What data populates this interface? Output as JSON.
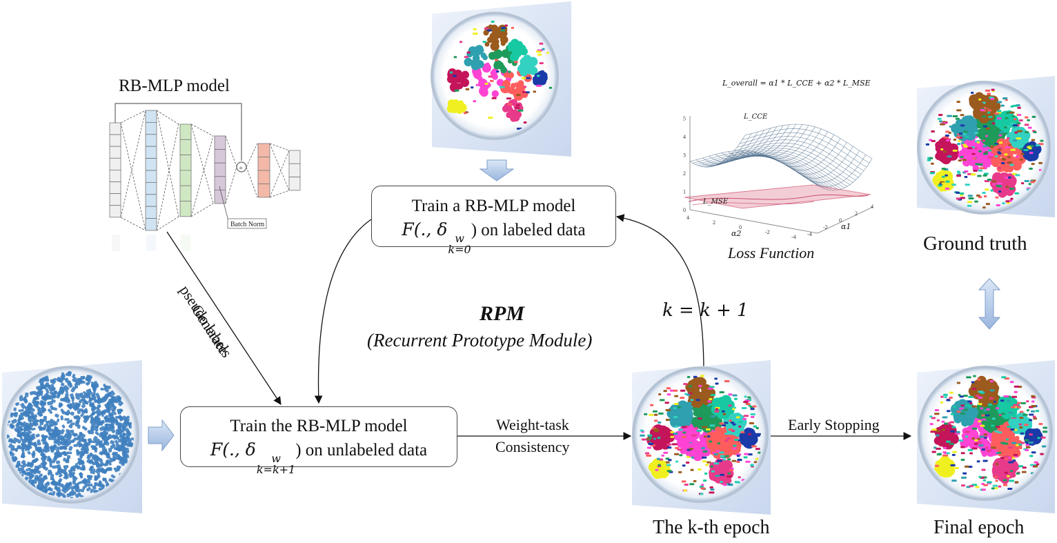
{
  "model": {
    "title": "RB-MLP model",
    "batch_norm_label": "Batch Norm"
  },
  "boxes": {
    "labeled": {
      "line1": "Train a RB-MLP model",
      "func": "F(., δ",
      "sup": "w",
      "sub": "k=0",
      "tail": ") on labeled data"
    },
    "unlabeled": {
      "line1": "Train the RB-MLP model",
      "func": "F(., δ",
      "sup": "w",
      "sub": "k=k+1",
      "tail": ") on unlabeled data"
    }
  },
  "arrow_labels": {
    "generate": "Generate",
    "pseudo": "pseudo labels",
    "iterate": "k = k + 1",
    "weight_task_1": "Weight-task",
    "weight_task_2": "Consistency",
    "early_stopping": "Early Stopping"
  },
  "rpm": {
    "title": "RPM",
    "subtitle": "(Recurrent Prototype Module)"
  },
  "loss": {
    "equation": "L_overall = α1 * L_CCE + α2 * L_MSE",
    "caption": "Loss Function",
    "cce_label": "L_CCE",
    "mse_label": "L_MSE",
    "z_ticks": [
      "0",
      "1",
      "2",
      "3",
      "4",
      "5"
    ],
    "alpha2_ticks": [
      "4",
      "2",
      "0",
      "-2",
      "-4"
    ],
    "alpha1_ticks": [
      "-4",
      "-2",
      "0",
      "2",
      "4"
    ],
    "alpha1_axis": "α1",
    "alpha2_axis": "α2"
  },
  "captions": {
    "ground_truth": "Ground truth",
    "kth_epoch": "The k-th epoch",
    "final_epoch": "Final epoch"
  },
  "colors": {
    "mlp_layer_1": "#f0f0f0",
    "mlp_layer_2": "#cfe3f3",
    "mlp_layer_3": "#cfe8c3",
    "mlp_layer_4": "#d6c7d9",
    "mlp_layer_5": "#f3b8a7",
    "mlp_layer_6": "#f0f0f0",
    "unlabeled_points": "#3f7fbf",
    "block_arrow": "#a9c3e6",
    "mesh": "#4a6a8a",
    "mse_surface": "#e38a9c"
  }
}
